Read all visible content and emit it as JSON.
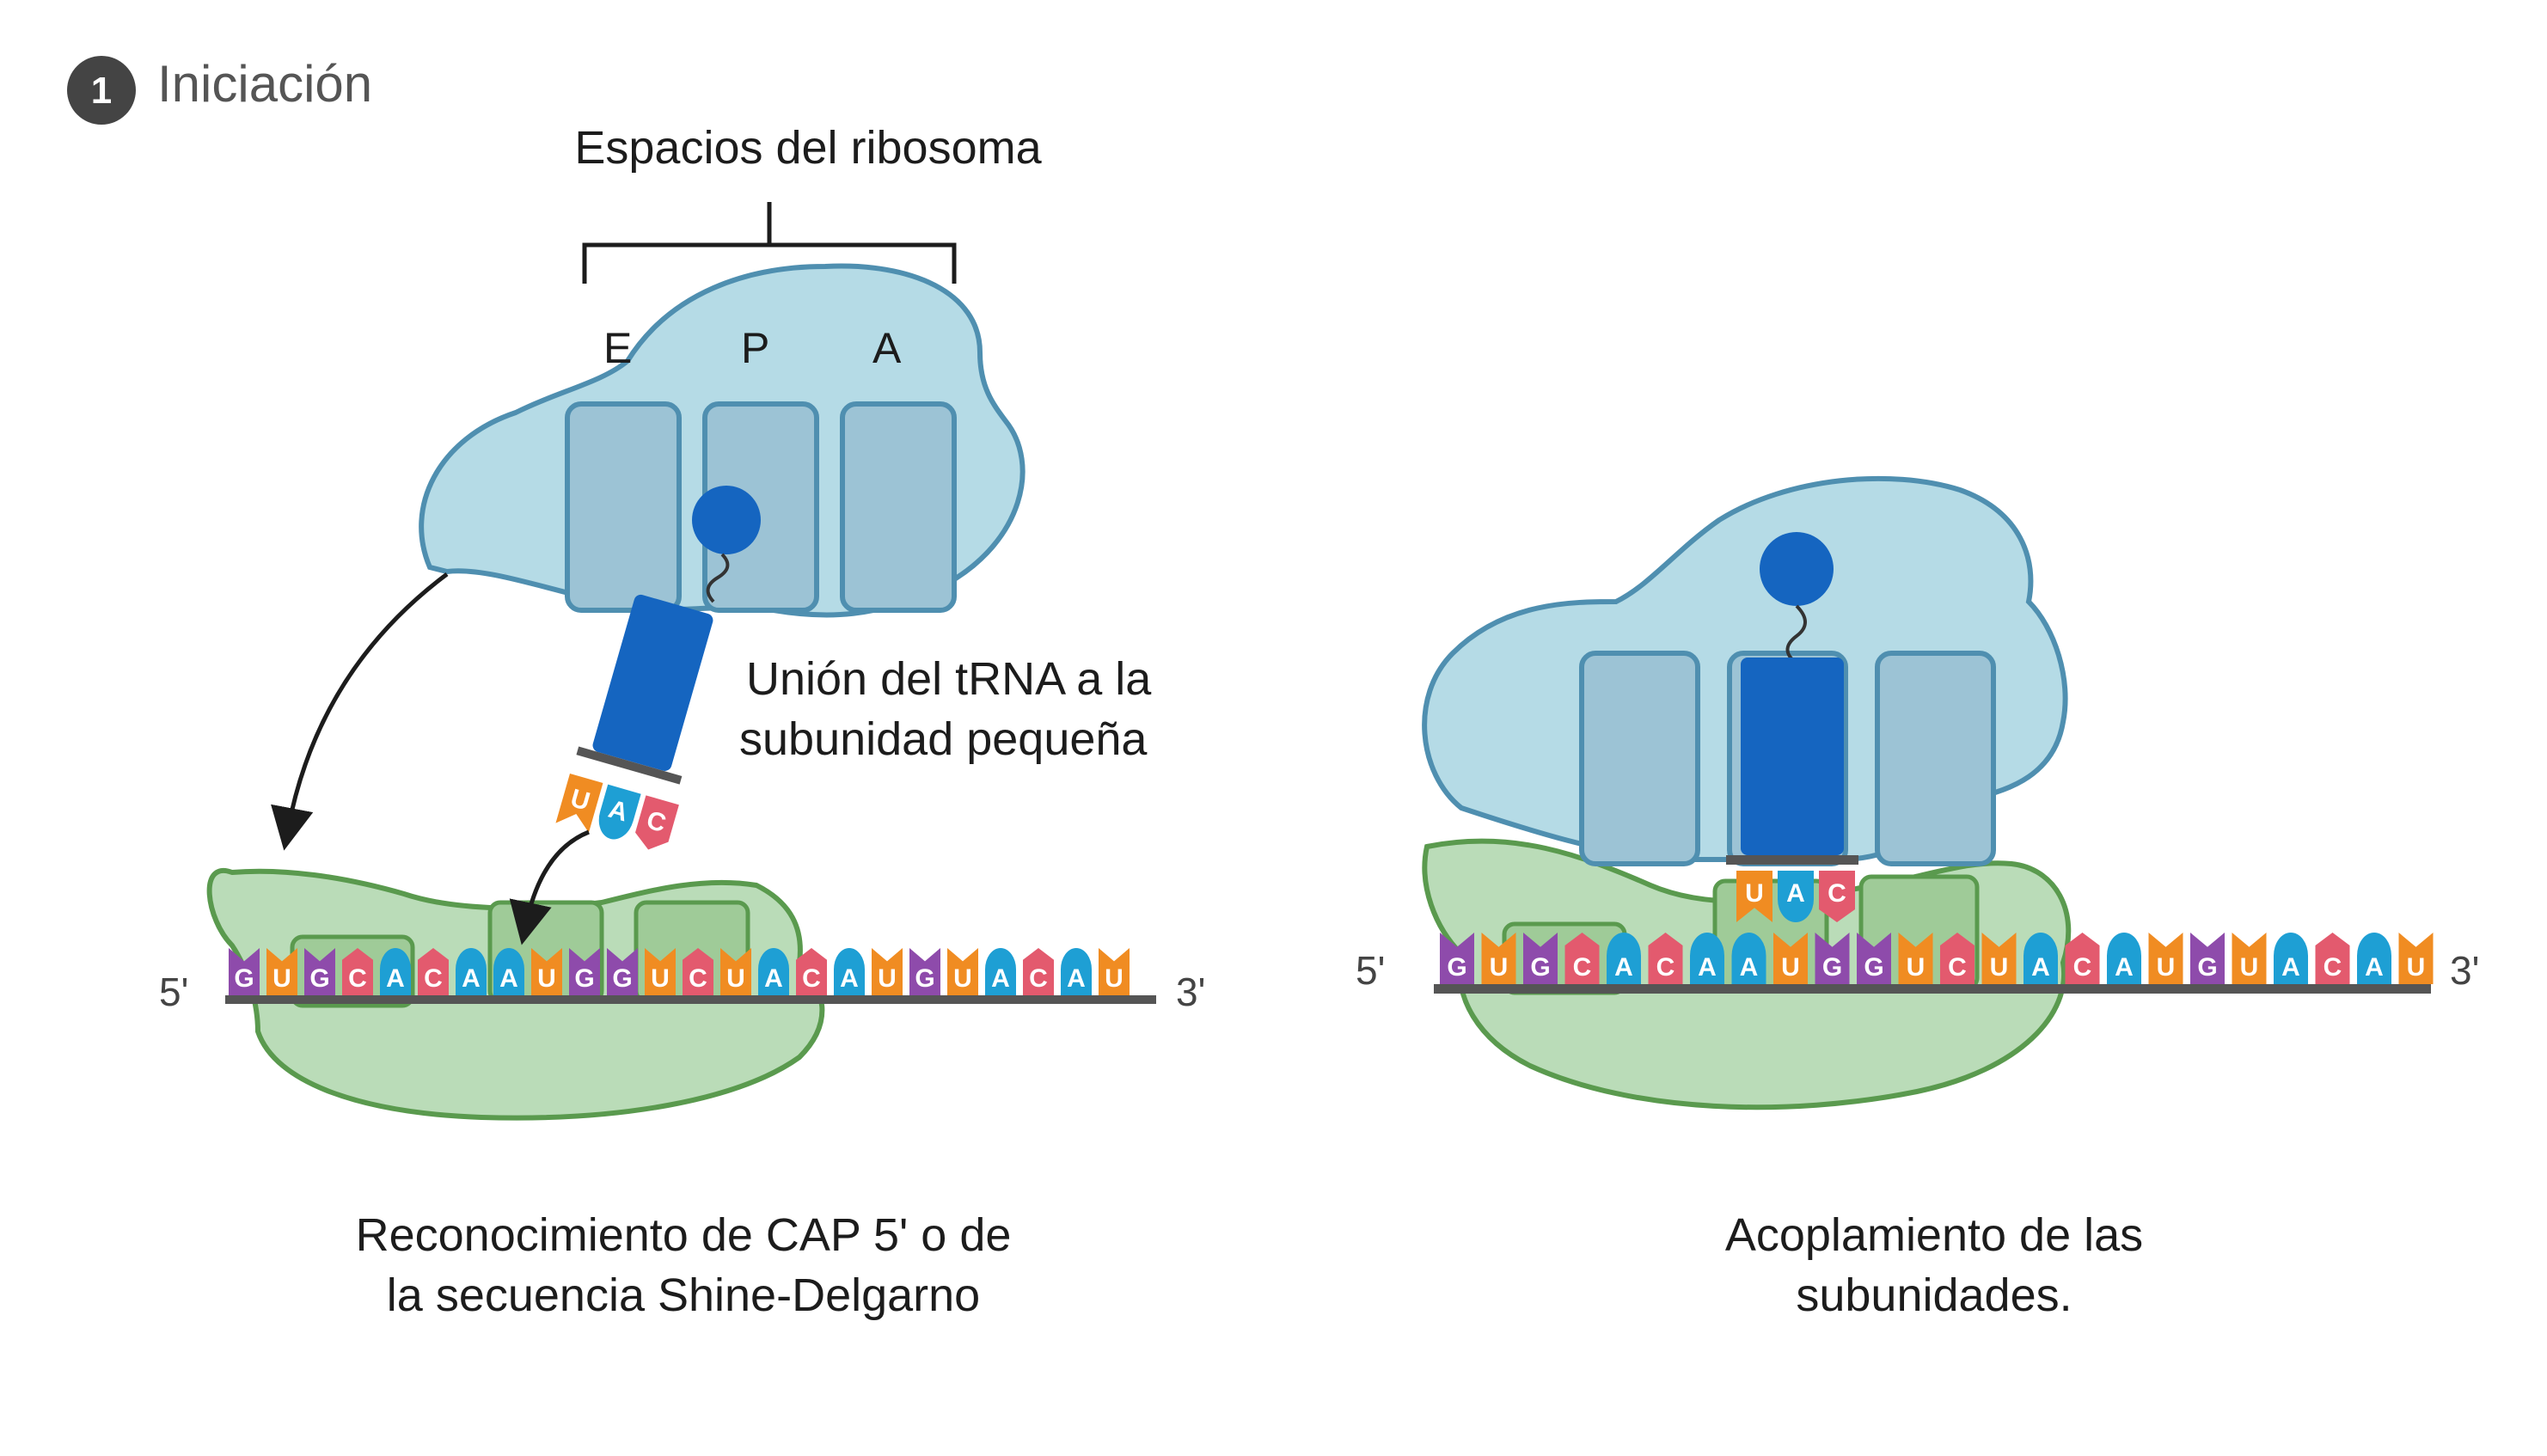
{
  "step": {
    "number": "1",
    "title": "Iniciación"
  },
  "slots": {
    "heading": "Espacios del ribosoma",
    "labels": [
      "E",
      "P",
      "A"
    ]
  },
  "left": {
    "trna_label": [
      "Unión del tRNA a la",
      "subunidad pequeña"
    ],
    "caption": [
      "Reconocimiento de CAP 5' o de",
      "la secuencia Shine-Delgarno"
    ],
    "anticodon": [
      "U",
      "A",
      "C"
    ]
  },
  "right": {
    "caption": [
      "Acoplamiento de las",
      "subunidades."
    ],
    "anticodon": [
      "U",
      "A",
      "C"
    ]
  },
  "mrna": {
    "end5": "5'",
    "end3": "3'",
    "sequence": [
      "G",
      "U",
      "G",
      "C",
      "A",
      "C",
      "A",
      "A",
      "U",
      "G",
      "G",
      "U",
      "C",
      "U",
      "A",
      "C",
      "A",
      "U",
      "G",
      "U",
      "A",
      "C",
      "A",
      "U"
    ]
  },
  "colors": {
    "G": "#8e4bab",
    "U": "#f08c22",
    "C": "#e35a6e",
    "A": "#1e9fd4",
    "large_subunit_fill": "#b5dbe6",
    "large_subunit_stroke": "#4f8fb0",
    "small_subunit_fill": "#badcb8",
    "small_subunit_stroke": "#5a9a4e",
    "trna": "#1565c0",
    "badge": "#444444",
    "backbone": "#555555"
  }
}
